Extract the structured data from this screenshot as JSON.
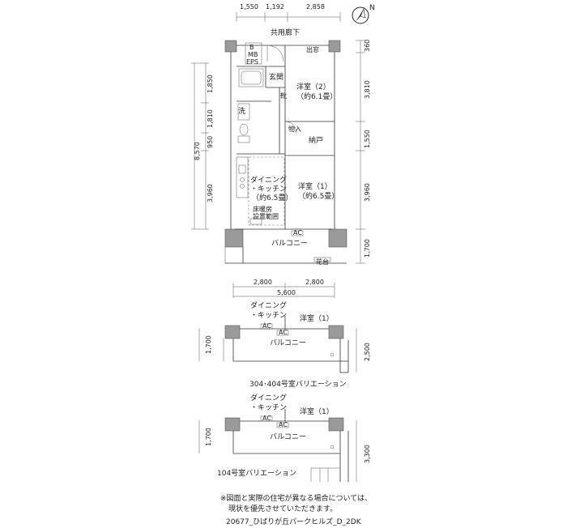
{
  "top_dims": [
    "1,550",
    "1,192",
    "2,858"
  ],
  "corridor": "共用廊下",
  "left_dims": [
    "1,850",
    "1,810",
    "950",
    "3,960"
  ],
  "left_total": "8,570",
  "right_dims": [
    "360",
    "3,810",
    "1,550",
    "3,960",
    "1,700"
  ],
  "rooms": {
    "b": "B",
    "mb": "MB",
    "eps": "EPS",
    "genkan": "玄関",
    "demado": "出窓",
    "yoshitsu2": "洋室（2）",
    "yoshitsu2_size": "（約6.1畳）",
    "sen": "洗",
    "monoire": "物入",
    "nando": "納戸",
    "dining1": "ダイニング",
    "dining2": "・キッチン",
    "dining_size": "（約6.5畳）",
    "yoshitsu1": "洋室（1）",
    "yoshitsu1_size": "（約6.5畳）",
    "floorheat1": "床暖房",
    "floorheat2": "設置範囲",
    "ac": "AC",
    "balcony": "バルコニー",
    "kutsu": "靴",
    "dai": "花台"
  },
  "bottom_dims": [
    "2,800",
    "2,800"
  ],
  "bottom_total": "5,600",
  "var1": {
    "dining1": "ダイニング",
    "dining2": "・キッチン",
    "yoshitsu": "洋室（1）",
    "ac": "AC",
    "balcony": "バルコニー",
    "left_dim": "1,700",
    "right_dim": "2,500",
    "title": "304･404号室バリエーション"
  },
  "var2": {
    "dining1": "ダイニング",
    "dining2": "・キッチン",
    "yoshitsu": "洋室（1）",
    "ac": "AC",
    "balcony": "バルコニー",
    "left_dim": "1,700",
    "right_dim": "3,300",
    "title": "104号室バリエーション"
  },
  "note_line1": "※図面と実際の住宅が異なる場合については、",
  "note_line2": "現状を優先させていただきます。",
  "footer": "20677_ひばりが丘パークヒルズ_D_2DK",
  "compass": "N"
}
